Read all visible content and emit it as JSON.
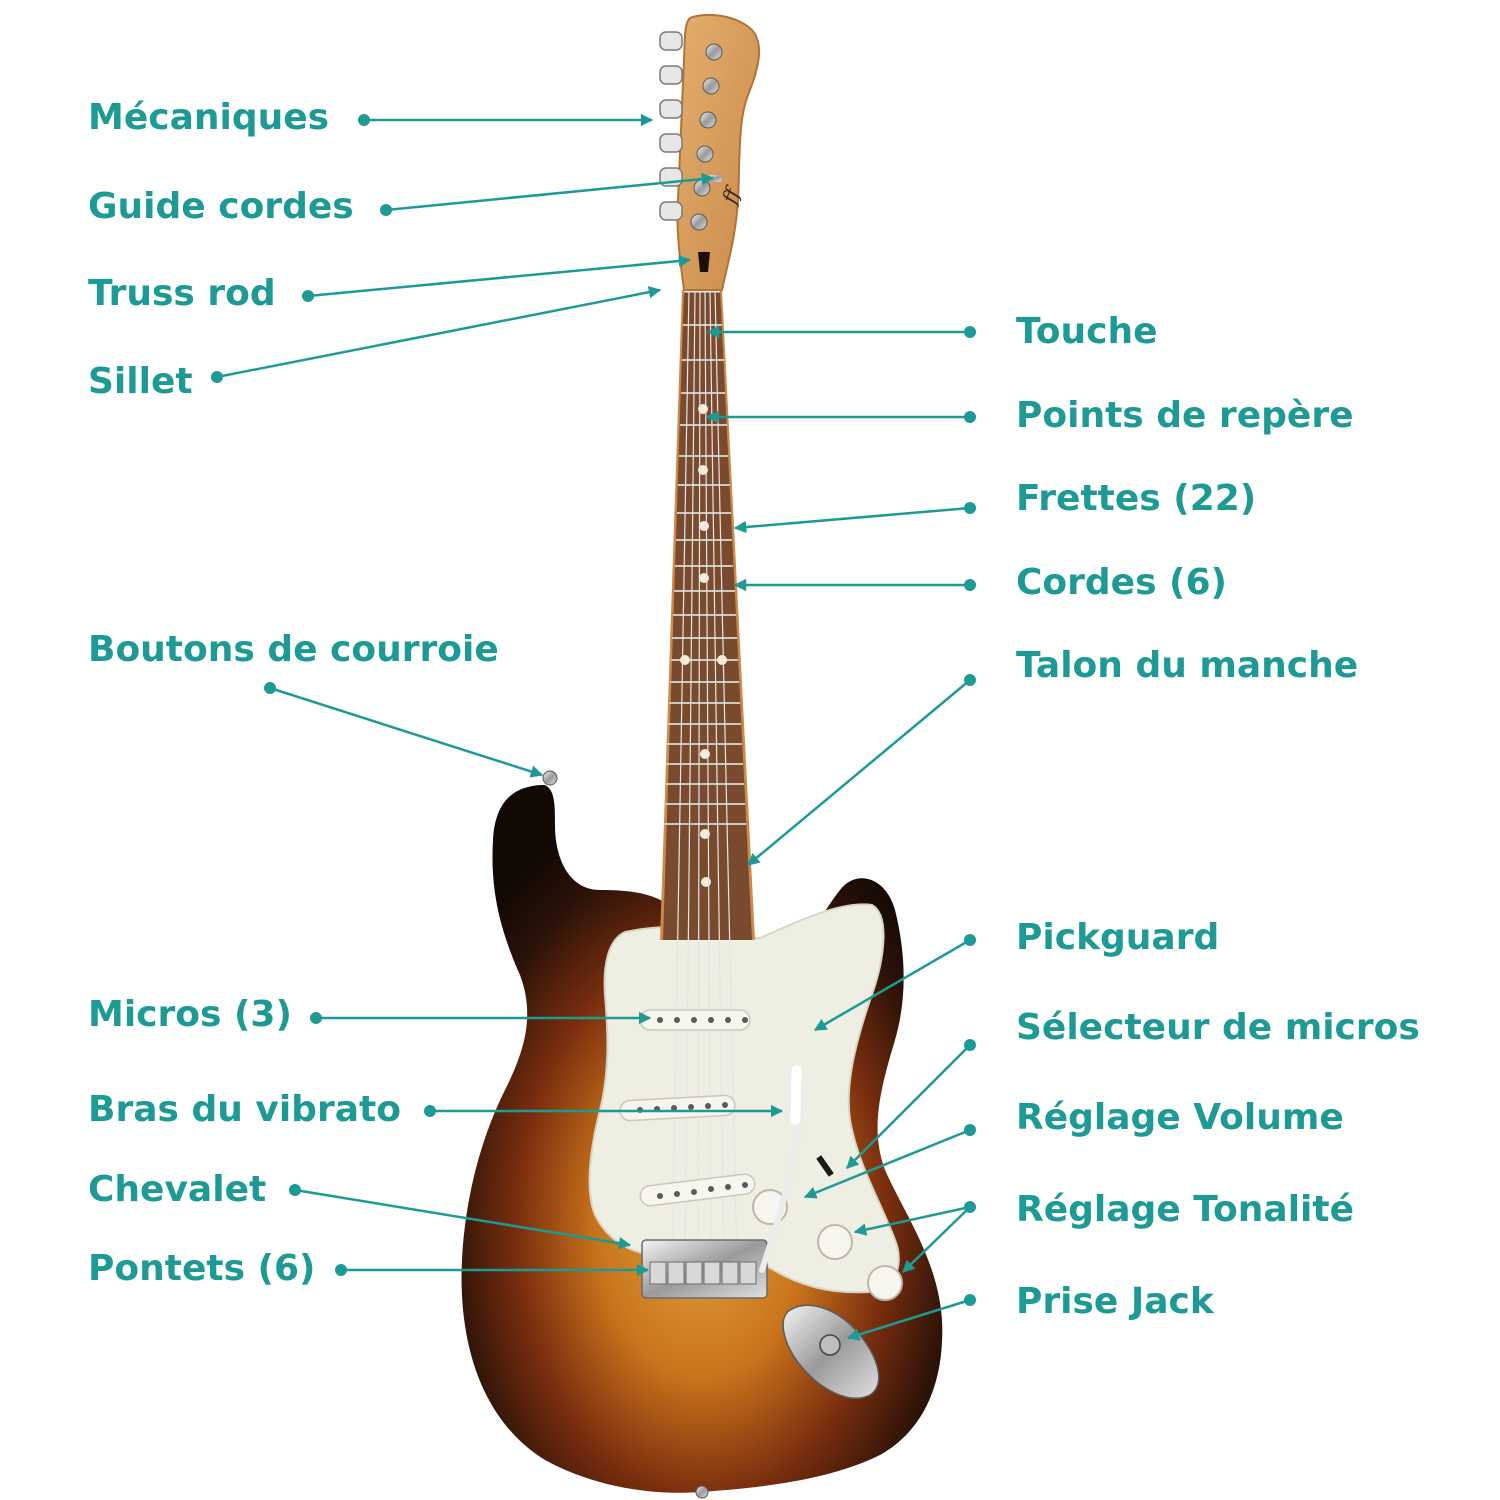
{
  "labels": {
    "mecaniques": "Mécaniques",
    "guide_cordes": "Guide cordes",
    "truss_rod": "Truss rod",
    "sillet": "Sillet",
    "touche": "Touche",
    "points_repere": "Points de repère",
    "frettes": "Frettes (22)",
    "cordes": "Cordes (6)",
    "boutons_courroie": "Boutons de courroie",
    "talon_manche": "Talon du manche",
    "pickguard": "Pickguard",
    "micros": "Micros (3)",
    "selecteur": "Sélecteur de micros",
    "bras_vibrato": "Bras du vibrato",
    "reglage_volume": "Réglage Volume",
    "chevalet": "Chevalet",
    "reglage_tonalite": "Réglage Tonalité",
    "pontets": "Pontets (6)",
    "prise_jack": "Prise Jack"
  },
  "colors": {
    "accent": "#1e9a94",
    "body_edge": "#2a1208",
    "body_center": "#c9741c",
    "pickguard": "#eeeee2",
    "neck_maple": "#d79b5a",
    "fretboard": "#7a4a2e"
  },
  "icons": [
    "guitar-illustration",
    "arrow-pointer"
  ]
}
